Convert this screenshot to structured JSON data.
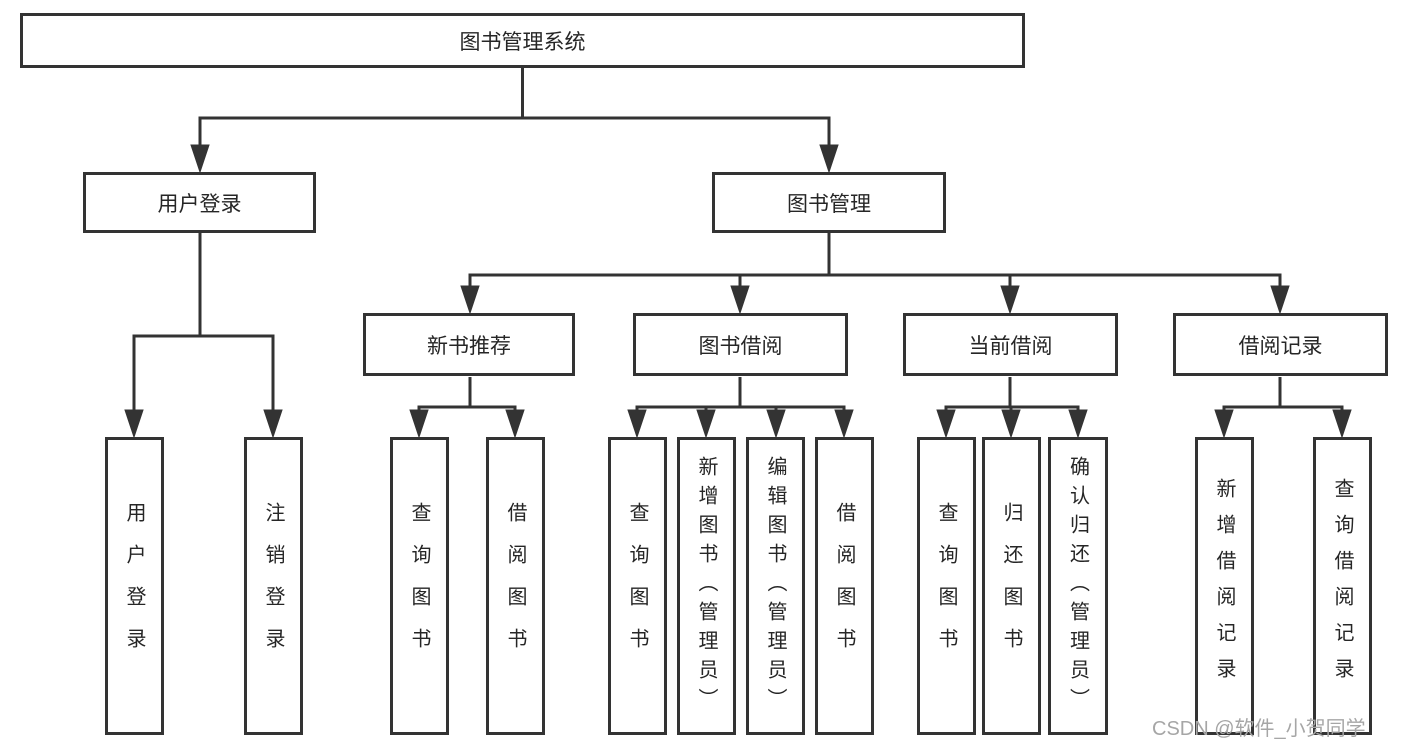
{
  "diagram_title": "图书管理系统",
  "nodes": {
    "root": {
      "id": "library-management-system",
      "label": "图书管理系统"
    },
    "level2": [
      {
        "id": "user-login",
        "label": "用户登录",
        "parent": "library-management-system"
      },
      {
        "id": "book-management",
        "label": "图书管理",
        "parent": "library-management-system"
      }
    ],
    "level3": [
      {
        "id": "new-book-recommend",
        "label": "新书推荐",
        "parent": "book-management"
      },
      {
        "id": "book-borrowing",
        "label": "图书借阅",
        "parent": "book-management"
      },
      {
        "id": "current-borrowing",
        "label": "当前借阅",
        "parent": "book-management"
      },
      {
        "id": "borrowing-records",
        "label": "借阅记录",
        "parent": "book-management"
      }
    ],
    "leaves": [
      {
        "id": "user-login-action",
        "label": "用户登录",
        "parent": "user-login"
      },
      {
        "id": "logout",
        "label": "注销登录",
        "parent": "user-login"
      },
      {
        "id": "query-books-nb",
        "label": "查询图书",
        "parent": "new-book-recommend"
      },
      {
        "id": "borrow-books-nb",
        "label": "借阅图书",
        "parent": "new-book-recommend"
      },
      {
        "id": "query-books-bb",
        "label": "查询图书",
        "parent": "book-borrowing"
      },
      {
        "id": "add-books-admin",
        "label": "新增图书（管理员）",
        "parent": "book-borrowing"
      },
      {
        "id": "edit-books-admin",
        "label": "编辑图书（管理员）",
        "parent": "book-borrowing"
      },
      {
        "id": "borrow-books-bb",
        "label": "借阅图书",
        "parent": "book-borrowing"
      },
      {
        "id": "query-books-cb",
        "label": "查询图书",
        "parent": "current-borrowing"
      },
      {
        "id": "return-books",
        "label": "归还图书",
        "parent": "current-borrowing"
      },
      {
        "id": "confirm-return-admin",
        "label": "确认归还（管理员）",
        "parent": "current-borrowing"
      },
      {
        "id": "add-borrow-record",
        "label": "新增借阅记录",
        "parent": "borrowing-records"
      },
      {
        "id": "query-borrow-record",
        "label": "查询借阅记录",
        "parent": "borrowing-records"
      }
    ]
  },
  "watermark": {
    "text": "CSDN @软件_小贺同学"
  },
  "colors": {
    "line": "#333333",
    "box_border": "#333333",
    "text": "#262626",
    "watermark": "#a6a6a6",
    "background": "#ffffff"
  }
}
